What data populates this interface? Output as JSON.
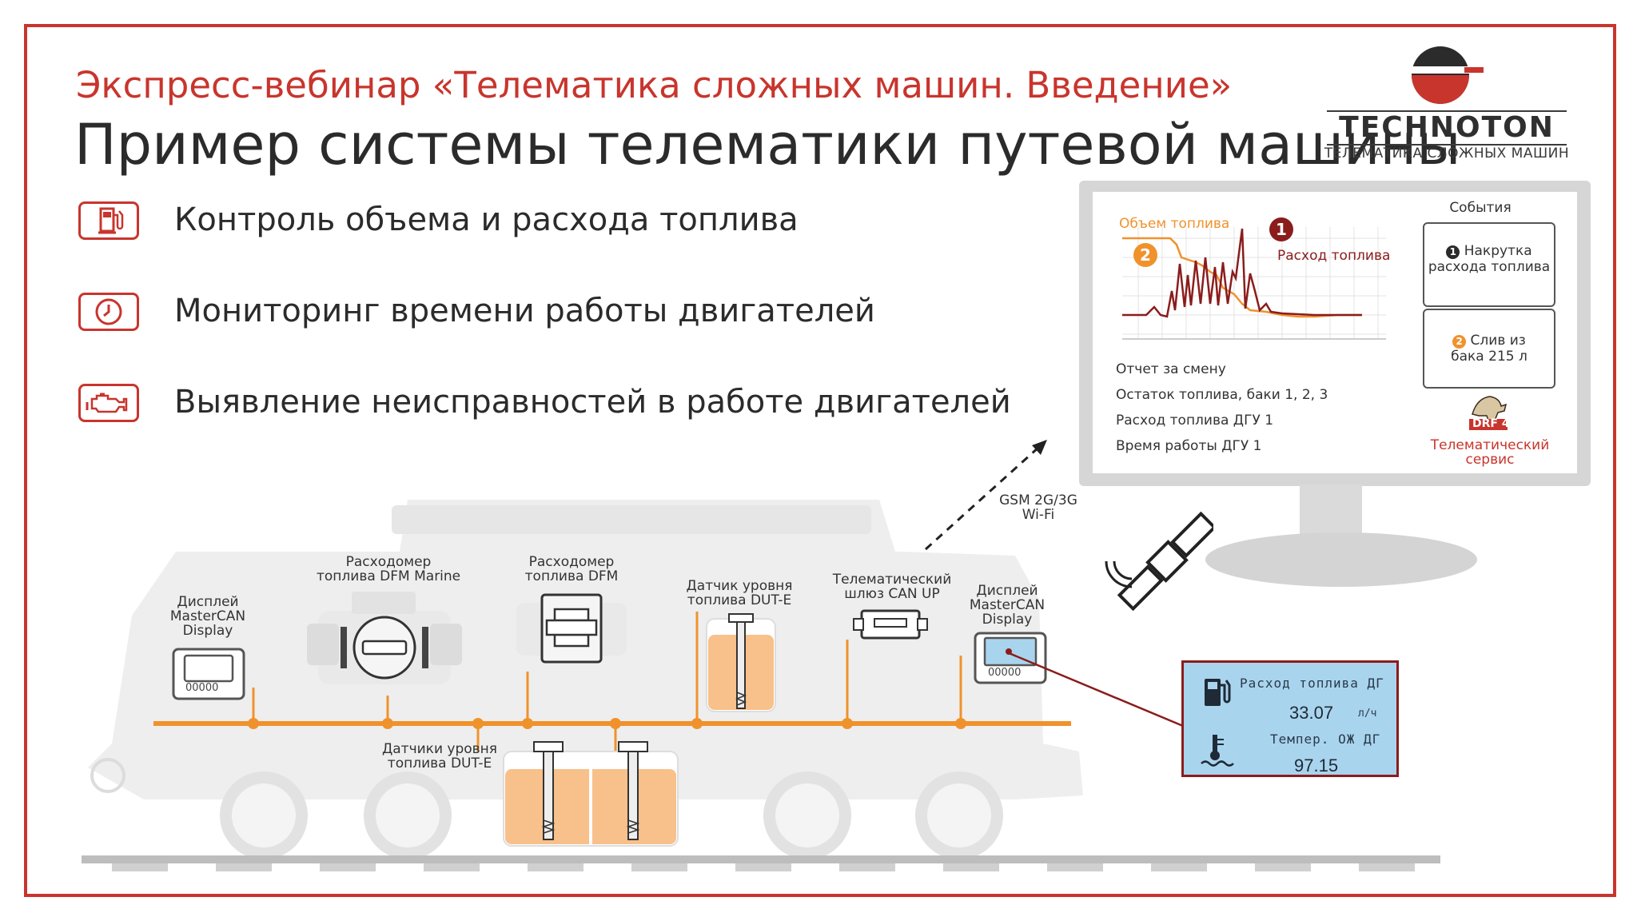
{
  "header": {
    "subtitle": "Экспресс-вебинар «Телематика сложных машин. Введение»",
    "title": "Пример системы телематики путевой машины"
  },
  "logo": {
    "word": "TECHNOTON",
    "tagline": "ТЕЛЕМАТИКА СЛОЖНЫХ МАШИН"
  },
  "features": [
    {
      "icon": "fuel-pump-icon",
      "text": "Контроль объема и расхода топлива"
    },
    {
      "icon": "clock-icon",
      "text": "Мониторинг времени работы двигателей"
    },
    {
      "icon": "engine-icon",
      "text": "Выявление неисправностей в работе двигателей"
    }
  ],
  "monitor": {
    "chart": {
      "volume_label": "Объем топлива",
      "consumption_label": "Расход топлива",
      "badge1": "1",
      "badge2": "2"
    },
    "report": [
      "Отчет за смену",
      "Остаток топлива, баки 1, 2, 3",
      "Расход топлива ДГУ 1",
      "Время работы ДГУ 1"
    ],
    "events": {
      "title": "События",
      "event1_line1": "Накрутка",
      "event1_line2": "расхода топлива",
      "event2_line1": "Слив из",
      "event2_line2": "бака 215 л"
    },
    "service": {
      "logo_text": "DRF 4",
      "label_line1": "Телематический",
      "label_line2": "сервис"
    }
  },
  "link": {
    "line1": "GSM 2G/3G",
    "line2": "Wi-Fi"
  },
  "devices": {
    "display_left": [
      "Дисплей",
      "MasterCAN",
      "Display"
    ],
    "dfm_marine": [
      "Расходомер",
      "топлива DFM Marine"
    ],
    "dfm": [
      "Расходомер",
      "топлива DFM"
    ],
    "dut_e": [
      "Датчик уровня",
      "топлива DUT-E"
    ],
    "gateway": [
      "Телематический",
      "шлюз CAN UP"
    ],
    "display_right": [
      "Дисплей",
      "MasterCAN",
      "Display"
    ],
    "dut_e_tanks": [
      "Датчики уровня",
      "топлива DUT-E"
    ],
    "display_counter": "00000"
  },
  "lcd": {
    "label1": "Расход топлива ДГ",
    "value1": "33.07",
    "unit1": "л/ч",
    "label2": "Темпер. ОЖ ДГ",
    "value2": "97.15"
  },
  "colors": {
    "accent": "#c8352d",
    "bus": "#f0922c",
    "consumption_line": "#8b1c1c",
    "volume_line": "#f0922c",
    "lcd_bg": "#a9d4ee"
  }
}
